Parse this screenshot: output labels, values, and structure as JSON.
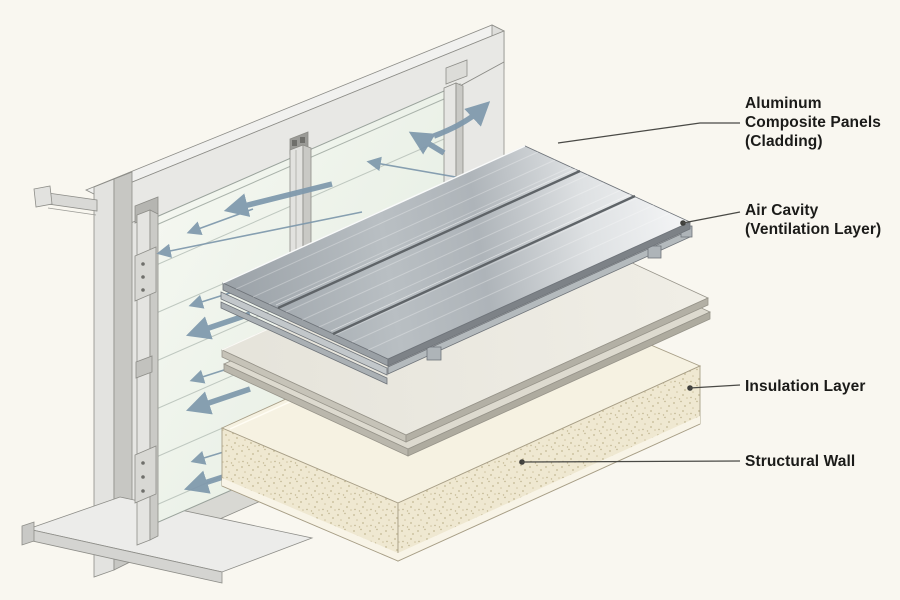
{
  "diagram": {
    "title_hidden": "",
    "labels": [
      {
        "id": "cladding",
        "lines": [
          "Aluminum",
          "Composite Panels",
          "(Cladding)"
        ]
      },
      {
        "id": "air-cavity",
        "lines": [
          "Air Cavity",
          "(Ventilation Layer)"
        ]
      },
      {
        "id": "insulation",
        "lines": [
          "Insulation Layer"
        ]
      },
      {
        "id": "structural-wall",
        "lines": [
          "Structural Wall"
        ]
      }
    ],
    "icons": [
      "airflow-arrow-icon",
      "airflow-exit-arrow-icon"
    ],
    "colors": {
      "background": "#f9f7f0",
      "arrow": "#7e98ac",
      "leader": "#4a4a46",
      "text": "#1b1b19",
      "metal_light": "#f4f5f6",
      "metal_dark": "#969ea4",
      "panel_seam": "#5f6468",
      "board_fill": "#eceae2",
      "block_top": "#f6f2e2",
      "block_speckle_base": "#efe8d1",
      "block_speckle_dot": "#c3b894",
      "wall_face": "#e8e8e5",
      "glass_tint": "#eef3ea"
    }
  }
}
